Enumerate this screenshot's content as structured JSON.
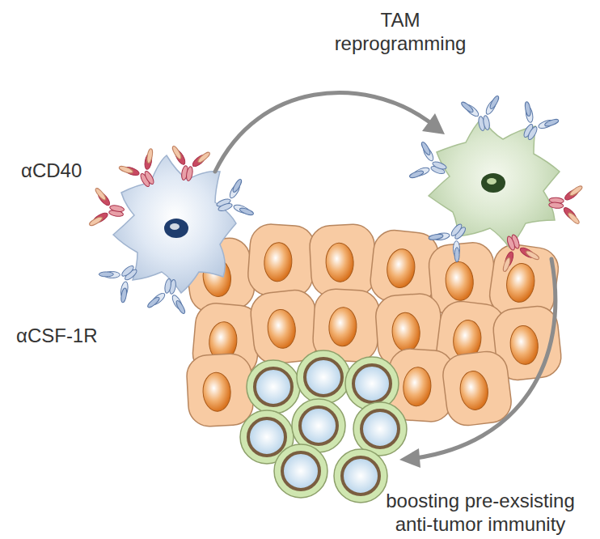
{
  "diagram": {
    "labels": [
      "TAM reprogramming",
      "αCD40",
      "αCSF-1R",
      "boosting pre-exsisting anti-tumor immunity"
    ]
  }
}
